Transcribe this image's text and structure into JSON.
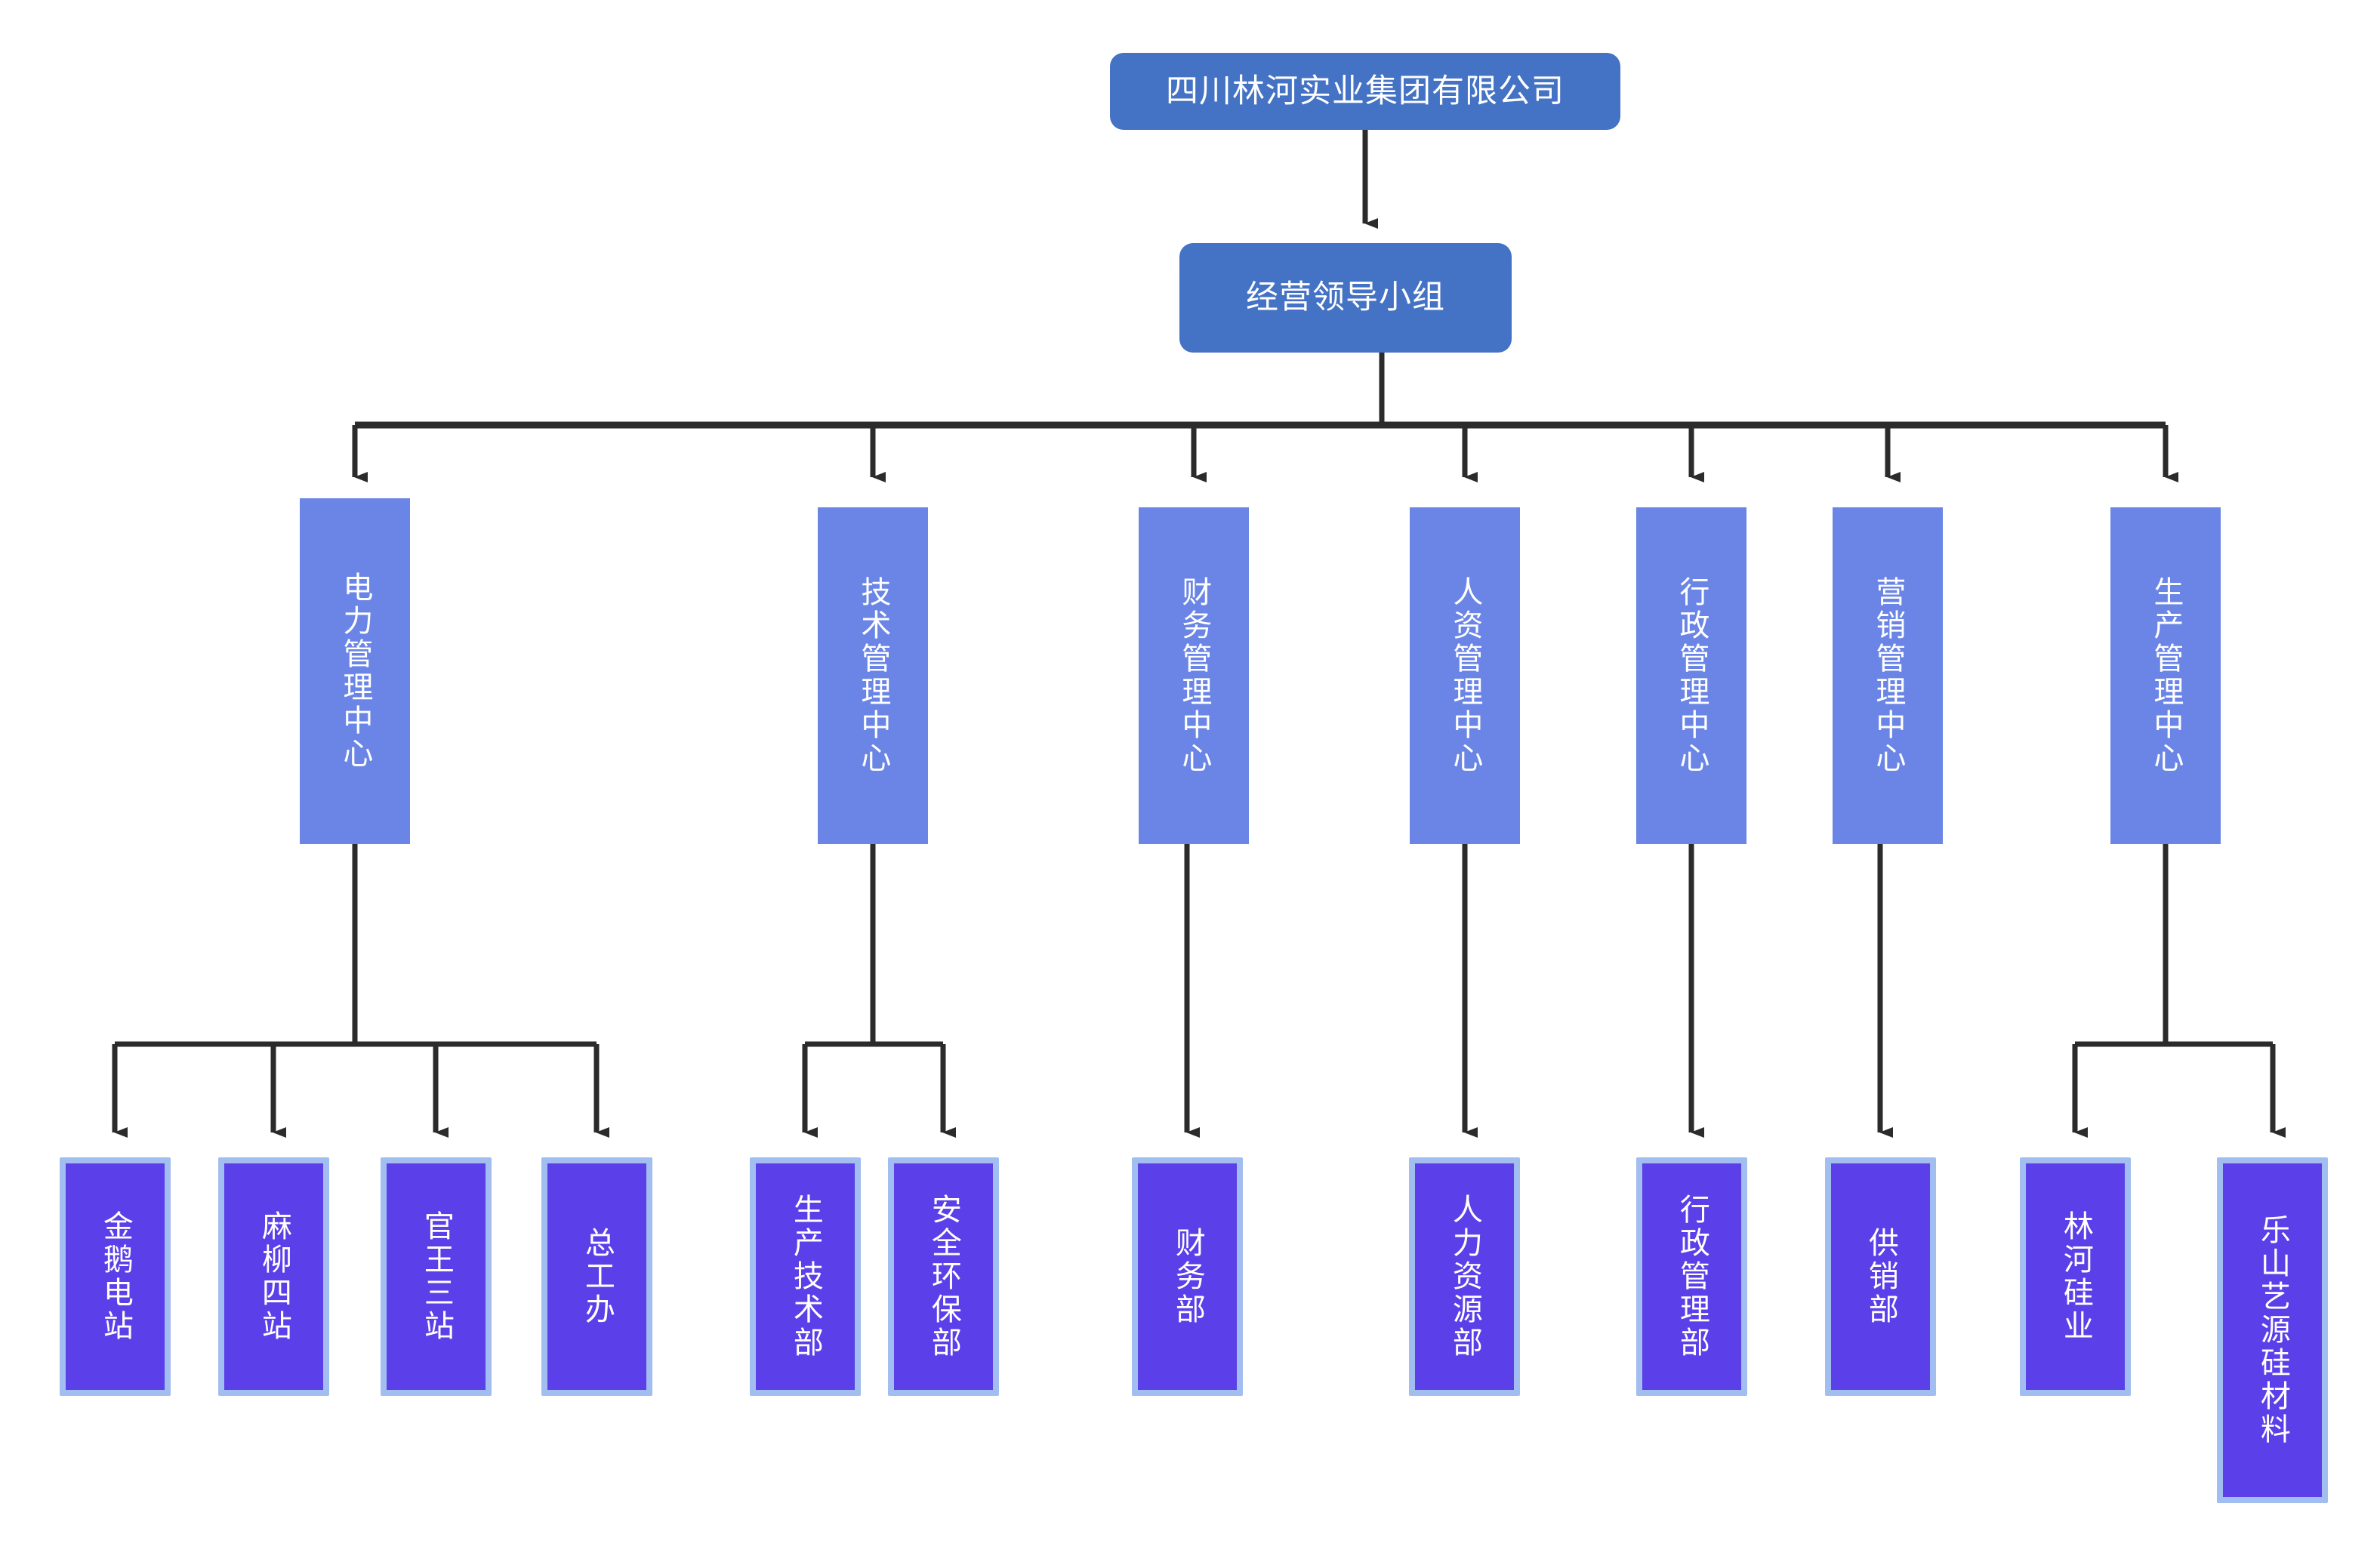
{
  "diagram": {
    "title_node": "四川林河实业集团有限公司",
    "colors": {
      "top_fill": "#4472C4",
      "mid_fill": "#6A85E5",
      "leaf_fill": "#5B3FE8",
      "leaf_border": "#A2BDF0",
      "connector": "#2B2B2B",
      "text": "#FFFFFF",
      "background": "#FFFFFF"
    },
    "levels": {
      "level0": {
        "label": "四川林河实业集团有限公司"
      },
      "level1": {
        "label": "经营领导小组"
      },
      "level2": [
        {
          "label": "电力管理中心"
        },
        {
          "label": "技术管理中心"
        },
        {
          "label": "财务管理中心"
        },
        {
          "label": "人资管理中心"
        },
        {
          "label": "行政管理中心"
        },
        {
          "label": "营销管理中心"
        },
        {
          "label": "生产管理中心"
        }
      ],
      "level3": [
        {
          "label": "金鹅电站",
          "parent": "电力管理中心"
        },
        {
          "label": "麻柳四站",
          "parent": "电力管理中心"
        },
        {
          "label": "官王三站",
          "parent": "电力管理中心"
        },
        {
          "label": "总工办",
          "parent": "电力管理中心"
        },
        {
          "label": "生产技术部",
          "parent": "技术管理中心"
        },
        {
          "label": "安全环保部",
          "parent": "技术管理中心"
        },
        {
          "label": "财务部",
          "parent": "财务管理中心"
        },
        {
          "label": "人力资源部",
          "parent": "人资管理中心"
        },
        {
          "label": "行政管理部",
          "parent": "行政管理中心"
        },
        {
          "label": "供销部",
          "parent": "营销管理中心"
        },
        {
          "label": "林河硅业",
          "parent": "生产管理中心"
        },
        {
          "label": "乐山艺源硅材料",
          "parent": "生产管理中心"
        }
      ]
    }
  }
}
